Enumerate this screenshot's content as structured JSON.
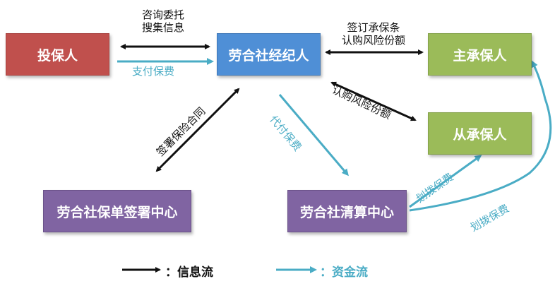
{
  "nodes": {
    "policyholder": "投保人",
    "broker": "劳合社经纪人",
    "lead_underwriter": "主承保人",
    "follow_underwriter": "从承保人",
    "signing_center": "劳合社保单签署中心",
    "clearing_center": "劳合社清算中心"
  },
  "edges": {
    "consult": "咨询委托",
    "collect_info": "搜集信息",
    "pay_premium": "支付保费",
    "sign_terms": "签订承保条",
    "subscribe_risk_1": "认购风险份额",
    "subscribe_risk_2": "认购风险份额",
    "sign_contract": "签署保险合同",
    "pay_on_behalf": "代付保费",
    "allocate_1": "划拨保费",
    "allocate_2": "划拨保费"
  },
  "legend": {
    "info_flow": "：信息流",
    "fund_flow": "：资金流"
  },
  "colors": {
    "info": "#111111",
    "fund": "#4aacc5",
    "red": "#c0504d",
    "blue": "#4f8fd6",
    "green": "#9bbb59",
    "purple": "#8064a2"
  }
}
